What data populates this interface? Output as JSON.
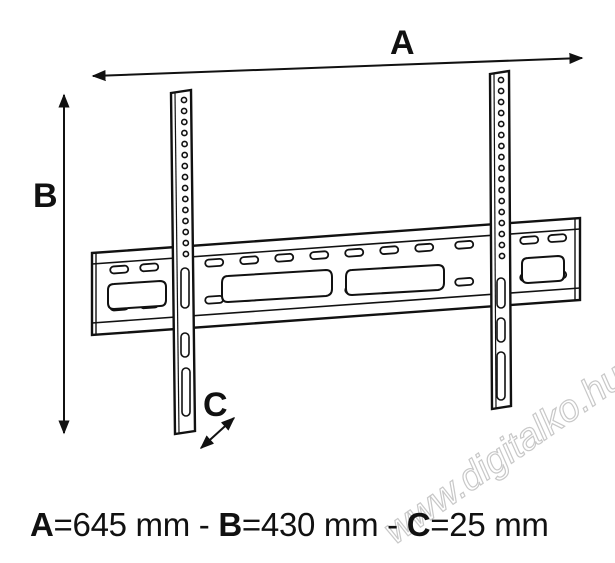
{
  "labels": {
    "a": "A",
    "b": "B",
    "c": "C"
  },
  "caption": {
    "a_key": "A",
    "a_value": "=645 mm",
    "sep1": " - ",
    "b_key": "B",
    "b_value": "=430 mm",
    "sep2": " - ",
    "c_key": "C",
    "c_value": "=25 mm"
  },
  "watermark": "www.digitalko.hu"
}
